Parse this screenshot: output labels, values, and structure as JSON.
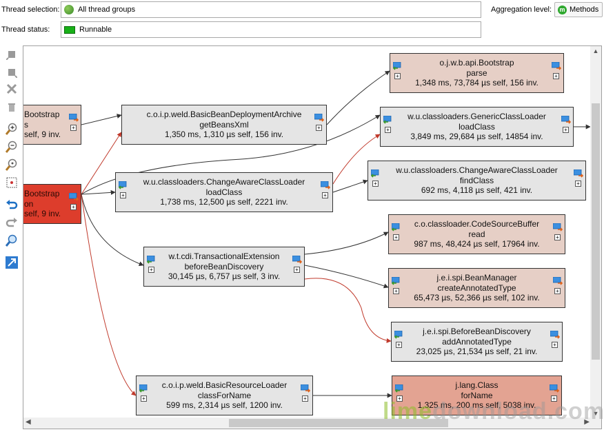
{
  "header": {
    "thread_selection_label": "Thread selection:",
    "thread_selection_value": "All thread groups",
    "thread_status_label": "Thread status:",
    "thread_status_value": "Runnable",
    "aggregation_label": "Aggregation level:",
    "aggregation_value": "Methods",
    "aggregation_icon_letter": "m"
  },
  "toolbar": {
    "items": [
      "back-icon",
      "forward-icon",
      "delete-icon",
      "trash-icon",
      "zoom-in-icon",
      "zoom-out-icon",
      "zoom-100-icon",
      "fit-icon",
      "undo-icon",
      "redo-icon",
      "find-icon",
      "export-icon"
    ]
  },
  "nodes": [
    {
      "l1": "Bootstrap",
      "l2": "s",
      "l3": "self, 9 inv.",
      "color": "#e6cfc6"
    },
    {
      "l1": "Bootstrap",
      "l2": "on",
      "l3": "self, 9 inv.",
      "color": "#dd3d2c"
    },
    {
      "l1": "c.o.i.p.weld.BasicBeanDeploymentArchive",
      "l2": "getBeansXml",
      "l3": "1,350 ms, 1,310 µs self, 156 inv.",
      "color": "#e5e5e5"
    },
    {
      "l1": "w.u.classloaders.ChangeAwareClassLoader",
      "l2": "loadClass",
      "l3": "1,738 ms, 12,500 µs self, 2221 inv.",
      "color": "#e5e5e5"
    },
    {
      "l1": "w.t.cdi.TransactionalExtension",
      "l2": "beforeBeanDiscovery",
      "l3": "30,145 µs, 6,757 µs self, 3 inv.",
      "color": "#e5e5e5"
    },
    {
      "l1": "c.o.i.p.weld.BasicResourceLoader",
      "l2": "classForName",
      "l3": "599 ms, 2,314 µs self, 1200 inv.",
      "color": "#e5e5e5"
    },
    {
      "l1": "o.j.w.b.api.Bootstrap",
      "l2": "parse",
      "l3": "1,348 ms, 73,784 µs self, 156 inv.",
      "color": "#e6cfc6"
    },
    {
      "l1": "w.u.classloaders.GenericClassLoader",
      "l2": "loadClass",
      "l3": "3,849 ms, 29,684 µs self, 14854 inv.",
      "color": "#e5e5e5"
    },
    {
      "l1": "w.u.classloaders.ChangeAwareClassLoader",
      "l2": "findClass",
      "l3": "692 ms, 4,118 µs self, 421 inv.",
      "color": "#e5e5e5"
    },
    {
      "l1": "c.o.classloader.CodeSourceBuffer",
      "l2": "read",
      "l3": "987 ms, 48,424 µs self, 17964 inv.",
      "color": "#e6cfc6"
    },
    {
      "l1": "j.e.i.spi.BeanManager",
      "l2": "createAnnotatedType",
      "l3": "65,473 µs, 52,366 µs self, 102 inv.",
      "color": "#e6cfc6"
    },
    {
      "l1": "j.e.i.spi.BeforeBeanDiscovery",
      "l2": "addAnnotatedType",
      "l3": "23,025 µs, 21,534 µs self, 21 inv.",
      "color": "#e5e5e5"
    },
    {
      "l1": "j.lang.Class",
      "l2": "forName",
      "l3": "1,325 ms, 200 ms self, 5038 inv.",
      "color": "#e3a392"
    }
  ],
  "watermark": {
    "a": "lime",
    "b": "download.com"
  }
}
